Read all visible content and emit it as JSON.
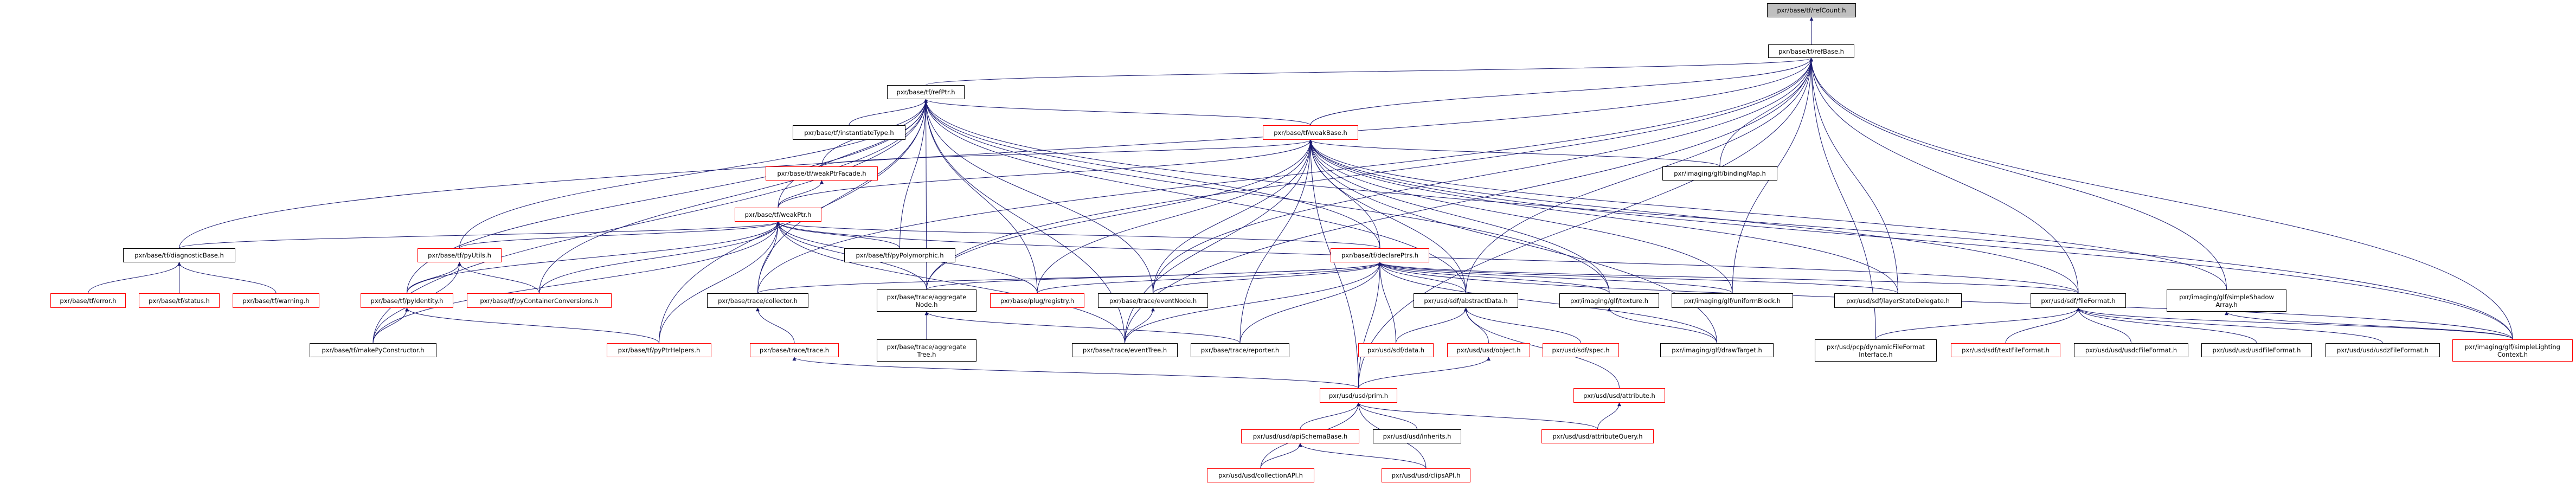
{
  "colors": {
    "edge": "#191970",
    "truncated_border": "#ff0000",
    "normal_border": "#000000",
    "root_fill": "#bfbfbf"
  },
  "nodes": {
    "refCount": {
      "label": "pxr/base/tf/refCount.h",
      "truncated": false
    },
    "refBase": {
      "label": "pxr/base/tf/refBase.h",
      "truncated": false
    },
    "refPtr": {
      "label": "pxr/base/tf/refPtr.h",
      "truncated": false
    },
    "weakBase": {
      "label": "pxr/base/tf/weakBase.h",
      "truncated": true
    },
    "instantiateType": {
      "label": "pxr/base/tf/instantiateType.h",
      "truncated": false
    },
    "weakPtrFacade": {
      "label": "pxr/base/tf/weakPtrFacade.h",
      "truncated": true
    },
    "bindingMap": {
      "label": "pxr/imaging/glf/bindingMap.h",
      "truncated": false
    },
    "weakPtr": {
      "label": "pxr/base/tf/weakPtr.h",
      "truncated": true
    },
    "diagnosticBase": {
      "label": "pxr/base/tf/diagnosticBase.h",
      "truncated": false
    },
    "pyUtils": {
      "label": "pxr/base/tf/pyUtils.h",
      "truncated": true
    },
    "pyPolymorphic": {
      "label": "pxr/base/tf/pyPolymorphic.h",
      "truncated": false
    },
    "declarePtrs": {
      "label": "pxr/base/tf/declarePtrs.h",
      "truncated": true
    },
    "error": {
      "label": "pxr/base/tf/error.h",
      "truncated": true
    },
    "status": {
      "label": "pxr/base/tf/status.h",
      "truncated": true
    },
    "warning": {
      "label": "pxr/base/tf/warning.h",
      "truncated": true
    },
    "pyIdentity": {
      "label": "pxr/base/tf/pyIdentity.h",
      "truncated": true
    },
    "pyContainerConversions": {
      "label": "pxr/base/tf/pyContainerConversions.h",
      "truncated": true
    },
    "collector": {
      "label": "pxr/base/trace/collector.h",
      "truncated": false
    },
    "aggregateNode": {
      "label": "pxr/base/trace/aggregate\nNode.h",
      "truncated": false
    },
    "registry": {
      "label": "pxr/base/plug/registry.h",
      "truncated": true
    },
    "eventNode": {
      "label": "pxr/base/trace/eventNode.h",
      "truncated": false
    },
    "abstractData": {
      "label": "pxr/usd/sdf/abstractData.h",
      "truncated": false
    },
    "texture": {
      "label": "pxr/imaging/glf/texture.h",
      "truncated": false
    },
    "uniformBlock": {
      "label": "pxr/imaging/glf/uniformBlock.h",
      "truncated": false
    },
    "layerStateDelegate": {
      "label": "pxr/usd/sdf/layerStateDelegate.h",
      "truncated": false
    },
    "fileFormat": {
      "label": "pxr/usd/sdf/fileFormat.h",
      "truncated": false
    },
    "simpleShadowArray": {
      "label": "pxr/imaging/glf/simpleShadow\nArray.h",
      "truncated": false
    },
    "makePyConstructor": {
      "label": "pxr/base/tf/makePyConstructor.h",
      "truncated": false
    },
    "pyPtrHelpers": {
      "label": "pxr/base/tf/pyPtrHelpers.h",
      "truncated": true
    },
    "trace": {
      "label": "pxr/base/trace/trace.h",
      "truncated": true
    },
    "aggregateTree": {
      "label": "pxr/base/trace/aggregate\nTree.h",
      "truncated": false
    },
    "eventTree": {
      "label": "pxr/base/trace/eventTree.h",
      "truncated": false
    },
    "reporter": {
      "label": "pxr/base/trace/reporter.h",
      "truncated": false
    },
    "data": {
      "label": "pxr/usd/sdf/data.h",
      "truncated": true
    },
    "object": {
      "label": "pxr/usd/usd/object.h",
      "truncated": true
    },
    "spec": {
      "label": "pxr/usd/sdf/spec.h",
      "truncated": true
    },
    "drawTarget": {
      "label": "pxr/imaging/glf/drawTarget.h",
      "truncated": false
    },
    "dynamicFileFormatInterface": {
      "label": "pxr/usd/pcp/dynamicFileFormat\nInterface.h",
      "truncated": false
    },
    "textFileFormat": {
      "label": "pxr/usd/sdf/textFileFormat.h",
      "truncated": true
    },
    "usdcFileFormat": {
      "label": "pxr/usd/usd/usdcFileFormat.h",
      "truncated": false
    },
    "usdFileFormat": {
      "label": "pxr/usd/usd/usdFileFormat.h",
      "truncated": false
    },
    "usdzFileFormat": {
      "label": "pxr/usd/usd/usdzFileFormat.h",
      "truncated": false
    },
    "simpleLightingContext": {
      "label": "pxr/imaging/glf/simpleLighting\nContext.h",
      "truncated": true
    },
    "prim": {
      "label": "pxr/usd/usd/prim.h",
      "truncated": true
    },
    "attribute": {
      "label": "pxr/usd/usd/attribute.h",
      "truncated": true
    },
    "apiSchemaBase": {
      "label": "pxr/usd/usd/apiSchemaBase.h",
      "truncated": true
    },
    "inherits": {
      "label": "pxr/usd/usd/inherits.h",
      "truncated": false
    },
    "attributeQuery": {
      "label": "pxr/usd/usd/attributeQuery.h",
      "truncated": true
    },
    "collectionAPI": {
      "label": "pxr/usd/usd/collectionAPI.h",
      "truncated": true
    },
    "clipsAPI": {
      "label": "pxr/usd/usd/clipsAPI.h",
      "truncated": true
    }
  },
  "edges": [
    [
      "refBase",
      "refCount"
    ],
    [
      "refPtr",
      "refBase"
    ],
    [
      "weakBase",
      "refBase"
    ],
    [
      "weakBase",
      "refPtr"
    ],
    [
      "instantiateType",
      "refPtr"
    ],
    [
      "weakPtrFacade",
      "refPtr"
    ],
    [
      "weakPtrFacade",
      "weakBase"
    ],
    [
      "weakPtr",
      "refPtr"
    ],
    [
      "weakPtr",
      "weakPtrFacade"
    ],
    [
      "weakPtr",
      "weakBase"
    ],
    [
      "bindingMap",
      "refBase"
    ],
    [
      "bindingMap",
      "weakBase"
    ],
    [
      "diagnosticBase",
      "refBase"
    ],
    [
      "diagnosticBase",
      "weakPtr"
    ],
    [
      "error",
      "diagnosticBase"
    ],
    [
      "status",
      "diagnosticBase"
    ],
    [
      "warning",
      "diagnosticBase"
    ],
    [
      "pyUtils",
      "refPtr"
    ],
    [
      "pyUtils",
      "weakPtr"
    ],
    [
      "pyPolymorphic",
      "refPtr"
    ],
    [
      "pyPolymorphic",
      "weakPtr"
    ],
    [
      "declarePtrs",
      "refPtr"
    ],
    [
      "declarePtrs",
      "weakPtr"
    ],
    [
      "declarePtrs",
      "weakBase"
    ],
    [
      "pyIdentity",
      "pyUtils"
    ],
    [
      "pyIdentity",
      "refPtr"
    ],
    [
      "pyIdentity",
      "weakPtr"
    ],
    [
      "pyContainerConversions",
      "pyUtils"
    ],
    [
      "pyContainerConversions",
      "refPtr"
    ],
    [
      "pyContainerConversions",
      "weakPtr"
    ],
    [
      "makePyConstructor",
      "pyIdentity"
    ],
    [
      "makePyConstructor",
      "pyUtils"
    ],
    [
      "makePyConstructor",
      "refPtr"
    ],
    [
      "makePyConstructor",
      "weakPtr"
    ],
    [
      "pyPtrHelpers",
      "pyIdentity"
    ],
    [
      "pyPtrHelpers",
      "refPtr"
    ],
    [
      "pyPtrHelpers",
      "weakPtr"
    ],
    [
      "collector",
      "refPtr"
    ],
    [
      "collector",
      "weakPtr"
    ],
    [
      "collector",
      "declarePtrs"
    ],
    [
      "collector",
      "refBase"
    ],
    [
      "trace",
      "collector"
    ],
    [
      "aggregateNode",
      "refPtr"
    ],
    [
      "aggregateNode",
      "weakPtr"
    ],
    [
      "aggregateNode",
      "weakBase"
    ],
    [
      "aggregateNode",
      "declarePtrs"
    ],
    [
      "aggregateNode",
      "refBase"
    ],
    [
      "aggregateTree",
      "aggregateNode"
    ],
    [
      "registry",
      "refPtr"
    ],
    [
      "registry",
      "weakPtr"
    ],
    [
      "registry",
      "weakBase"
    ],
    [
      "registry",
      "declarePtrs"
    ],
    [
      "eventNode",
      "refPtr"
    ],
    [
      "eventNode",
      "weakBase"
    ],
    [
      "eventNode",
      "declarePtrs"
    ],
    [
      "eventNode",
      "refBase"
    ],
    [
      "eventTree",
      "eventNode"
    ],
    [
      "eventTree",
      "refPtr"
    ],
    [
      "eventTree",
      "weakPtr"
    ],
    [
      "eventTree",
      "weakBase"
    ],
    [
      "eventTree",
      "declarePtrs"
    ],
    [
      "eventTree",
      "refBase"
    ],
    [
      "reporter",
      "aggregateNode"
    ],
    [
      "reporter",
      "declarePtrs"
    ],
    [
      "reporter",
      "weakBase"
    ],
    [
      "abstractData",
      "declarePtrs"
    ],
    [
      "abstractData",
      "refBase"
    ],
    [
      "abstractData",
      "refPtr"
    ],
    [
      "abstractData",
      "weakBase"
    ],
    [
      "texture",
      "declarePtrs"
    ],
    [
      "texture",
      "refPtr"
    ],
    [
      "texture",
      "weakBase"
    ],
    [
      "uniformBlock",
      "refBase"
    ],
    [
      "uniformBlock",
      "weakBase"
    ],
    [
      "uniformBlock",
      "declarePtrs"
    ],
    [
      "layerStateDelegate",
      "refBase"
    ],
    [
      "layerStateDelegate",
      "declarePtrs"
    ],
    [
      "layerStateDelegate",
      "weakBase"
    ],
    [
      "data",
      "abstractData"
    ],
    [
      "data",
      "declarePtrs"
    ],
    [
      "object",
      "abstractData"
    ],
    [
      "spec",
      "abstractData"
    ],
    [
      "drawTarget",
      "texture"
    ],
    [
      "drawTarget",
      "weakBase"
    ],
    [
      "drawTarget",
      "declarePtrs"
    ],
    [
      "dynamicFileFormatInterface",
      "fileFormat"
    ],
    [
      "dynamicFileFormatInterface",
      "refBase"
    ],
    [
      "fileFormat",
      "refBase"
    ],
    [
      "fileFormat",
      "declarePtrs"
    ],
    [
      "fileFormat",
      "weakPtr"
    ],
    [
      "fileFormat",
      "weakBase"
    ],
    [
      "textFileFormat",
      "fileFormat"
    ],
    [
      "usdcFileFormat",
      "fileFormat"
    ],
    [
      "usdFileFormat",
      "fileFormat"
    ],
    [
      "usdzFileFormat",
      "fileFormat"
    ],
    [
      "simpleShadowArray",
      "refBase"
    ],
    [
      "simpleShadowArray",
      "weakBase"
    ],
    [
      "simpleLightingContext",
      "simpleShadowArray"
    ],
    [
      "simpleLightingContext",
      "refBase"
    ],
    [
      "simpleLightingContext",
      "refPtr"
    ],
    [
      "simpleLightingContext",
      "declarePtrs"
    ],
    [
      "simpleLightingContext",
      "weakBase"
    ],
    [
      "simpleLightingContext",
      "fileFormat"
    ],
    [
      "prim",
      "declarePtrs"
    ],
    [
      "prim",
      "object"
    ],
    [
      "prim",
      "weakBase"
    ],
    [
      "prim",
      "trace"
    ],
    [
      "prim",
      "refBase"
    ],
    [
      "attribute",
      "abstractData"
    ],
    [
      "apiSchemaBase",
      "prim"
    ],
    [
      "inherits",
      "prim"
    ],
    [
      "attributeQuery",
      "prim"
    ],
    [
      "attributeQuery",
      "attribute"
    ],
    [
      "clipsAPI",
      "prim"
    ],
    [
      "clipsAPI",
      "apiSchemaBase"
    ],
    [
      "collectionAPI",
      "apiSchemaBase"
    ],
    [
      "collectionAPI",
      "prim"
    ]
  ]
}
